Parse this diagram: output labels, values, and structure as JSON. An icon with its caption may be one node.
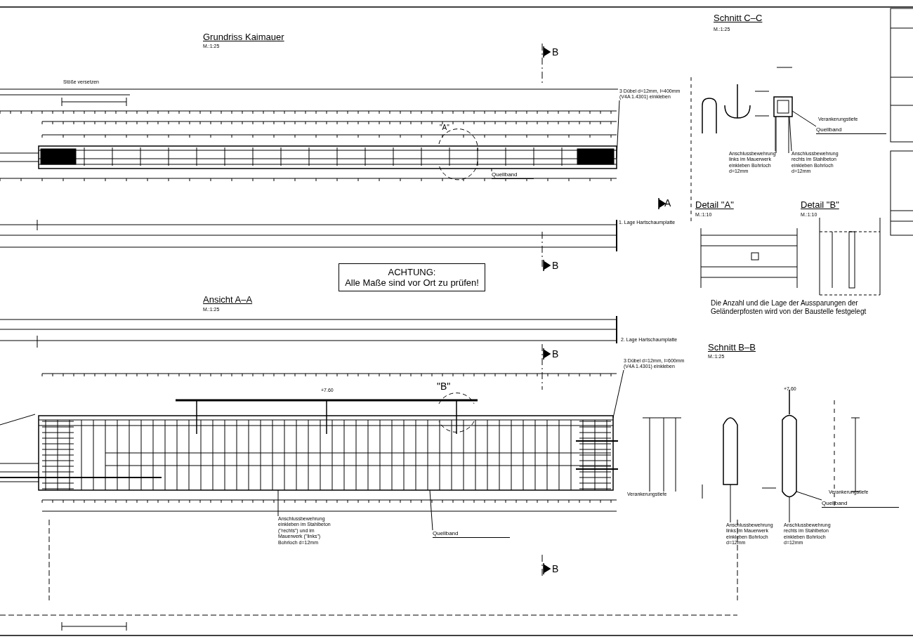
{
  "diagram": {
    "nodes": [
      {
        "text": [
          "Quellband"
        ]
      },
      {
        "text": [
          "3 Dübel d=12mm, l=400mm (V4A 1.4301) einkleben"
        ]
      },
      {
        "text": [
          "Quellband"
        ]
      },
      {
        "text": [
          "Anschlussbewehrung links im Mauerwerk einkleben Bohrloch d=12mm"
        ]
      },
      {
        "text": [
          "Anschlussbewehrung rechts im Stahlbeton einkleben Bohrloch d=12mm"
        ]
      },
      {
        "text": [
          "3 Dübel d=12mm, l=600mm (V4A 1.4301) einkleben"
        ]
      },
      {
        "text": [
          "Anschlussbewehrung einkleben im Stahlbeton (\"rechts\") und im Mauerwerk (\"links\") Bohrloch d=12mm"
        ]
      },
      {
        "text": [
          "Quellband"
        ]
      },
      {
        "text": [
          "Quellband"
        ]
      },
      {
        "text": [
          "Anschlussbewehrung links im Mauerwerk einkleben Bohrloch d=12mm"
        ]
      },
      {
        "text": [
          "Anschlussbewehrung rechts im Stahlbeton einkleben Bohrloch d=12mm"
        ]
      },
      {
        "text": [
          "ACHTUNG:",
          "Alle Maße sind vor Ort zu prüfen!"
        ]
      },
      {
        "text": [],
        "shape": "box"
      },
      {
        "text": [],
        "shape": "box"
      },
      {
        "text": [],
        "shape": "box"
      },
      {
        "text": [],
        "shape": "bar"
      },
      {
        "text": [],
        "shape": "bar"
      }
    ],
    "edges": [
      {
        "from": 0,
        "to": 14,
        "arrow": "none"
      },
      {
        "from": 1,
        "to": 14,
        "arrow": "none"
      },
      {
        "from": 2,
        "to": 12,
        "arrow": "none"
      },
      {
        "from": 3,
        "to": 12,
        "arrow": "none"
      },
      {
        "from": 4,
        "to": 12,
        "arrow": "none"
      },
      {
        "from": 5,
        "to": 13,
        "arrow": "none"
      },
      {
        "from": 6,
        "to": 13,
        "arrow": "none"
      },
      {
        "from": 7,
        "to": 13,
        "arrow": "none"
      },
      {
        "from": 8,
        "to": 16,
        "arrow": "none"
      },
      {
        "from": 9,
        "to": 15,
        "arrow": "none"
      },
      {
        "from": 10,
        "to": 16,
        "arrow": "none"
      }
    ],
    "labels": [
      "Grundriss Kaimauer",
      "M.:1:25",
      "Stöße versetzen",
      "Schnitt C–C",
      "M.:1:25",
      "Verankerungstiefe",
      "Detail \"A\"",
      "M.:1:10",
      "Detail \"B\"",
      "M.:1:10",
      "Die Anzahl und die Lage der Aussparungen der Geländerpfosten wird von der Baustelle festgelegt",
      "A",
      "1. Lage Hartschaumplatte",
      "B",
      "B",
      "Ansicht A–A",
      "M.:1:25",
      "2. Lage Hartschaumplatte",
      "B",
      "\"A\"",
      "\"B\"",
      "+7.60",
      "Schnitt B–B",
      "M.:1:25",
      "+7.60",
      "Verankerungstiefe",
      "Verankerungstiefe",
      "B"
    ]
  }
}
